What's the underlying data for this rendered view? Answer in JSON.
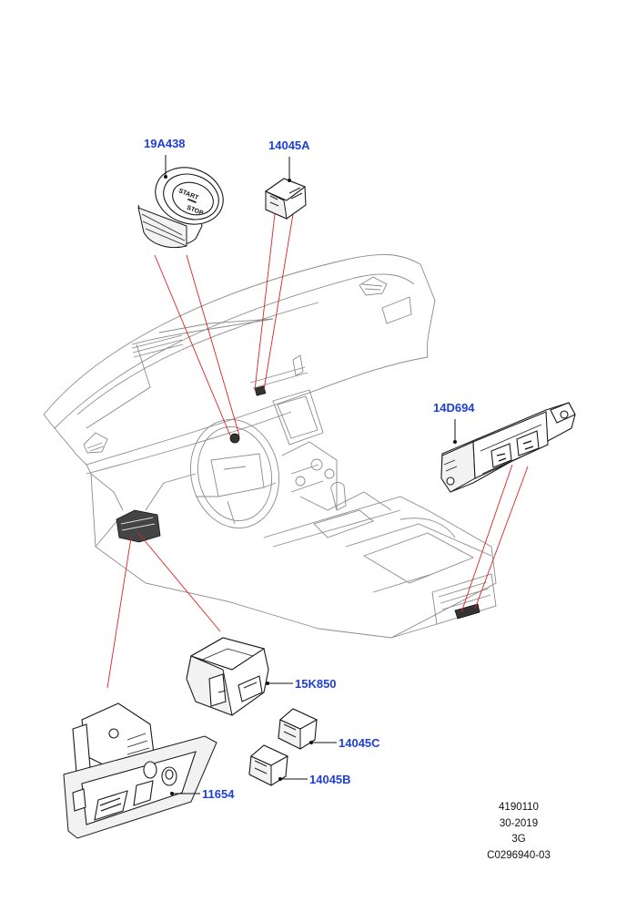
{
  "callouts": {
    "start_stop_switch": "19A438",
    "switch_top": "14045A",
    "seat_control_module": "14D694",
    "switch_pack": "15K850",
    "switch_c": "14045C",
    "switch_b": "14045B",
    "light_switch_panel": "11654"
  },
  "button_text": {
    "line1": "START",
    "line2": "STOP"
  },
  "info_block": {
    "line1": "4190110",
    "line2": "30-2019",
    "line3": "3G",
    "line4": "C0296940-03"
  },
  "colors": {
    "callout_text": "#1f3fd6",
    "connector_lines": "#e02020",
    "outline": "#1a1a1a"
  }
}
